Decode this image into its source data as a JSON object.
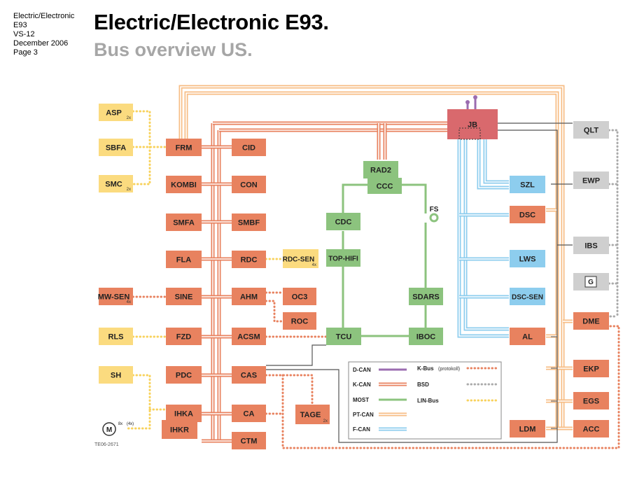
{
  "header": {
    "meta_lines": [
      "Electric/Electronic",
      "E93",
      "VS-12",
      "December  2006",
      "Page 3"
    ],
    "title": "Electric/Electronic E93.",
    "subtitle": "Bus overview US."
  },
  "figure_label": "TE06-2671",
  "colors": {
    "orange": "#e8825f",
    "yellow": "#fbdb7f",
    "green": "#8cc37e",
    "blue": "#8dcdee",
    "grey": "#cfcfcf",
    "jb": "#d9696d",
    "kcan": "#e8825f",
    "ptcan": "#f7bd85",
    "most": "#8cc37e",
    "fcan": "#8dcdee",
    "dcan": "#9b6cb0",
    "bsd": "#aaaaaa",
    "lin": "#f8d25c"
  },
  "units": [
    {
      "id": "ASP",
      "label": "ASP",
      "sub": "2x",
      "color": "yellow"
    },
    {
      "id": "SBFA",
      "label": "SBFA",
      "color": "yellow"
    },
    {
      "id": "SMC",
      "label": "SMC",
      "sub": "2x",
      "color": "yellow"
    },
    {
      "id": "MWSEN",
      "label": "MW-SEN",
      "sub": "4x",
      "color": "orange"
    },
    {
      "id": "RLS",
      "label": "RLS",
      "color": "yellow"
    },
    {
      "id": "SH",
      "label": "SH",
      "color": "yellow"
    },
    {
      "id": "FRM",
      "label": "FRM",
      "color": "orange"
    },
    {
      "id": "KOMBI",
      "label": "KOMBI",
      "color": "orange"
    },
    {
      "id": "SMFA",
      "label": "SMFA",
      "color": "orange"
    },
    {
      "id": "FLA",
      "label": "FLA",
      "color": "orange"
    },
    {
      "id": "SINE",
      "label": "SINE",
      "color": "orange"
    },
    {
      "id": "FZD",
      "label": "FZD",
      "color": "orange"
    },
    {
      "id": "PDC",
      "label": "PDC",
      "color": "orange"
    },
    {
      "id": "IHKA",
      "label": "IHKA",
      "color": "orange"
    },
    {
      "id": "IHKR",
      "label": "IHKR",
      "color": "orange"
    },
    {
      "id": "CID",
      "label": "CID",
      "color": "orange"
    },
    {
      "id": "CON",
      "label": "CON",
      "color": "orange"
    },
    {
      "id": "SMBF",
      "label": "SMBF",
      "color": "orange"
    },
    {
      "id": "RDC",
      "label": "RDC",
      "color": "orange"
    },
    {
      "id": "AHM",
      "label": "AHM",
      "color": "orange"
    },
    {
      "id": "ACSM",
      "label": "ACSM",
      "color": "orange"
    },
    {
      "id": "CAS",
      "label": "CAS",
      "color": "orange"
    },
    {
      "id": "CA",
      "label": "CA",
      "color": "orange"
    },
    {
      "id": "CTM",
      "label": "CTM",
      "color": "orange"
    },
    {
      "id": "RDCSEN",
      "label": "RDC-SEN",
      "sub": "4x",
      "color": "yellow"
    },
    {
      "id": "OC3",
      "label": "OC3",
      "color": "orange"
    },
    {
      "id": "ROC",
      "label": "ROC",
      "color": "orange"
    },
    {
      "id": "TAGE",
      "label": "TAGE",
      "sub": "2x",
      "color": "orange"
    },
    {
      "id": "RAD2",
      "label": "RAD2",
      "color": "green"
    },
    {
      "id": "CCC",
      "label": "CCC",
      "color": "green"
    },
    {
      "id": "CDC",
      "label": "CDC",
      "color": "green"
    },
    {
      "id": "TOPHIFI",
      "label": "TOP-HIFI",
      "color": "green"
    },
    {
      "id": "TCU",
      "label": "TCU",
      "color": "green"
    },
    {
      "id": "SDARS",
      "label": "SDARS",
      "color": "green"
    },
    {
      "id": "IBOC",
      "label": "IBOC",
      "color": "green"
    },
    {
      "id": "JB",
      "label": "JB",
      "color": "jb"
    },
    {
      "id": "SZL",
      "label": "SZL",
      "color": "blue"
    },
    {
      "id": "DSC",
      "label": "DSC",
      "color": "orange"
    },
    {
      "id": "LWS",
      "label": "LWS",
      "color": "blue"
    },
    {
      "id": "DSCSEN",
      "label": "DSC-SEN",
      "color": "blue"
    },
    {
      "id": "AL",
      "label": "AL",
      "color": "orange"
    },
    {
      "id": "LDM",
      "label": "LDM",
      "color": "orange"
    },
    {
      "id": "QLT",
      "label": "QLT",
      "color": "grey"
    },
    {
      "id": "EWP",
      "label": "EWP",
      "color": "grey"
    },
    {
      "id": "IBS",
      "label": "IBS",
      "color": "grey"
    },
    {
      "id": "GEN",
      "label": "",
      "icon": "generator-icon",
      "color": "grey"
    },
    {
      "id": "DME",
      "label": "DME",
      "color": "orange"
    },
    {
      "id": "EKP",
      "label": "EKP",
      "color": "orange"
    },
    {
      "id": "EGS",
      "label": "EGS",
      "color": "orange"
    },
    {
      "id": "ACC",
      "label": "ACC",
      "color": "orange"
    }
  ],
  "free_labels": [
    {
      "id": "FS",
      "text": "FS"
    },
    {
      "id": "MOTOR_8x",
      "text": "8x"
    },
    {
      "id": "MOTOR_4x",
      "text": "(4x)"
    }
  ],
  "legend": {
    "items": [
      {
        "label": "D-CAN",
        "style": "dcan"
      },
      {
        "label": "K-CAN",
        "style": "kcan"
      },
      {
        "label": "MOST",
        "style": "most"
      },
      {
        "label": "PT-CAN",
        "style": "ptcan"
      },
      {
        "label": "F-CAN",
        "style": "fcan"
      },
      {
        "label": "K-Bus",
        "note": "(protokoll)",
        "style": "kbus"
      },
      {
        "label": "BSD",
        "style": "bsd"
      },
      {
        "label": "LIN-Bus",
        "style": "lin"
      }
    ]
  }
}
